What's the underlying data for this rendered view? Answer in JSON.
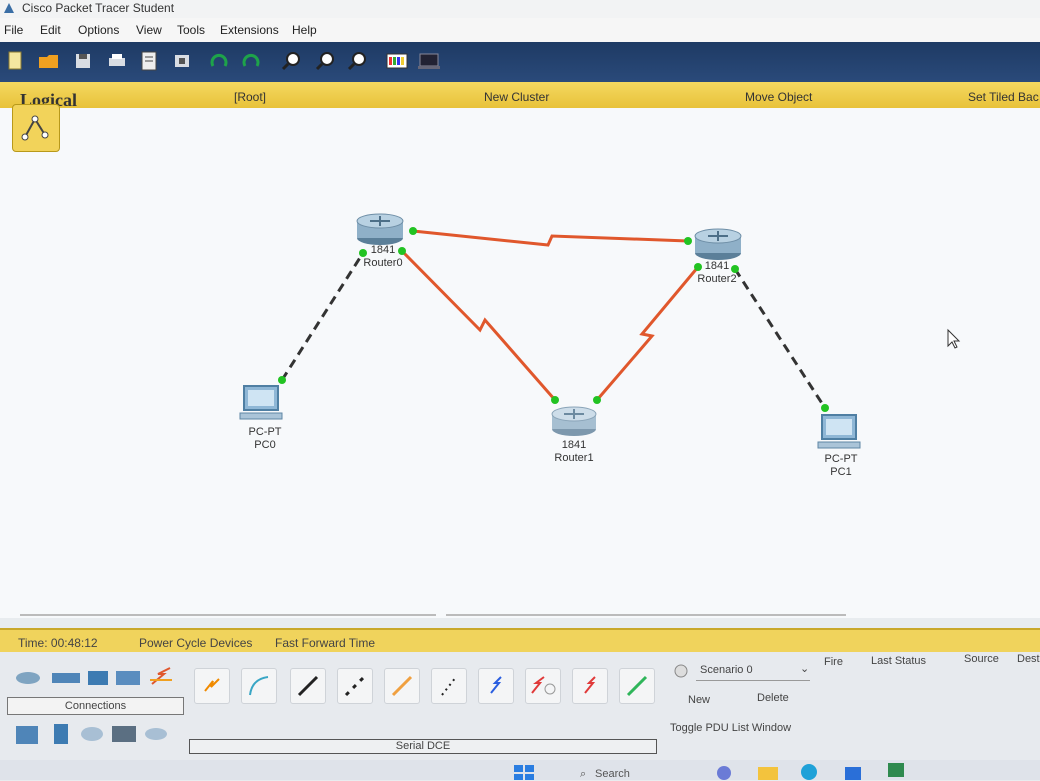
{
  "window": {
    "title": "Cisco Packet Tracer Student"
  },
  "menu": [
    "File",
    "Edit",
    "Options",
    "View",
    "Tools",
    "Extensions",
    "Help"
  ],
  "workspace_bar": {
    "mode": "Logical",
    "root": "[Root]",
    "new_cluster": "New Cluster",
    "move_object": "Move Object",
    "set_tiled": "Set Tiled Bac"
  },
  "devices": [
    {
      "model": "1841",
      "name": "Router0"
    },
    {
      "model": "1841",
      "name": "Router1"
    },
    {
      "model": "1841",
      "name": "Router2"
    },
    {
      "model": "PC-PT",
      "name": "PC0"
    },
    {
      "model": "PC-PT",
      "name": "PC1"
    }
  ],
  "status": {
    "time": "Time: 00:48:12",
    "power_cycle": "Power Cycle Devices",
    "fast_forward": "Fast Forward Time"
  },
  "connections": {
    "label": "Connections",
    "selected_cable": "Serial DCE"
  },
  "scenario": {
    "label": "Scenario 0",
    "new_button": "New",
    "delete_button": "Delete",
    "toggle_pdu": "Toggle PDU List Window"
  },
  "pdu_table": {
    "columns": [
      "Fire",
      "Last Status",
      "Source",
      "Dest"
    ]
  },
  "taskbar": {
    "search": "Search"
  },
  "colors": {
    "serial_link": "#e0572c",
    "ethernet_link": "#333333",
    "port_up": "#22c322",
    "accent_yellow": "#f0d35c",
    "toolbar_blue": "#1e3a64"
  }
}
